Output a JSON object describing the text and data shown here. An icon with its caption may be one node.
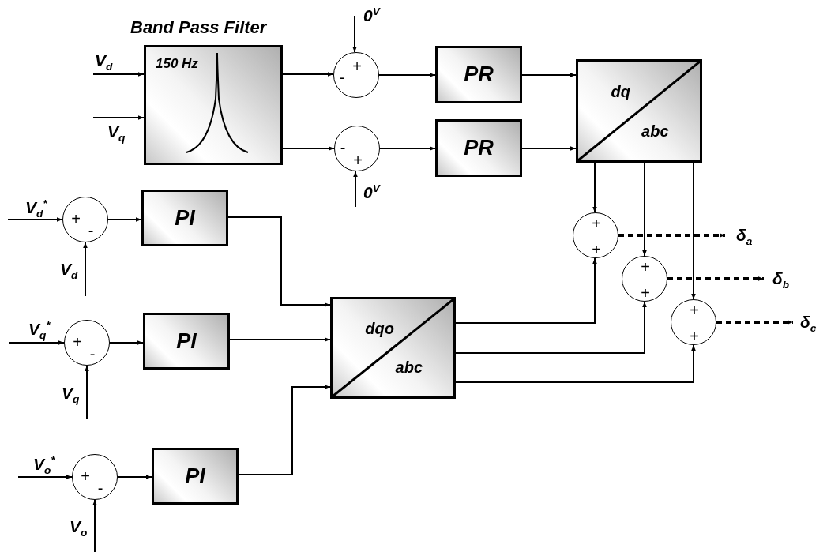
{
  "diagram": {
    "nodes": [
      {
        "text": [
          "Band Pass Filter",
          "150 Hz"
        ]
      },
      {
        "text": [
          "+",
          "-"
        ]
      },
      {
        "text": [
          "-",
          "+"
        ]
      },
      {
        "text": [
          "PR"
        ]
      },
      {
        "text": [
          "PR"
        ]
      },
      {
        "text": [
          "dq",
          "abc"
        ]
      },
      {
        "text": [
          "+",
          "+"
        ]
      },
      {
        "text": [
          "+",
          "+"
        ]
      },
      {
        "text": [
          "+",
          "+"
        ]
      },
      {
        "text": [
          "+",
          "-"
        ]
      },
      {
        "text": [
          "PI"
        ]
      },
      {
        "text": [
          "+",
          "-"
        ]
      },
      {
        "text": [
          "PI"
        ]
      },
      {
        "text": [
          "dqo",
          "abc"
        ]
      },
      {
        "text": [
          "+",
          "-"
        ]
      },
      {
        "text": [
          "PI"
        ]
      }
    ],
    "edges": [
      {
        "from": null,
        "to": 0,
        "arrow": "to",
        "label": "V$_{d}$"
      },
      {
        "from": null,
        "to": 0,
        "arrow": "to",
        "label": "V$_{q}$"
      },
      {
        "from": 0,
        "to": 1,
        "arrow": "to"
      },
      {
        "from": 0,
        "to": 2,
        "arrow": "to"
      },
      {
        "from": null,
        "to": 1,
        "arrow": "to",
        "label": "0$^{V}$"
      },
      {
        "from": null,
        "to": 2,
        "arrow": "to",
        "label": "0$^{V}$"
      },
      {
        "from": 1,
        "to": 3,
        "arrow": "to"
      },
      {
        "from": 2,
        "to": 4,
        "arrow": "to"
      },
      {
        "from": 3,
        "to": 5,
        "arrow": "to"
      },
      {
        "from": 4,
        "to": 5,
        "arrow": "to"
      },
      {
        "from": 5,
        "to": 6,
        "arrow": "to"
      },
      {
        "from": 5,
        "to": 7,
        "arrow": "to"
      },
      {
        "from": 5,
        "to": 8,
        "arrow": "to"
      },
      {
        "from": 6,
        "to": null,
        "arrow": "to",
        "style": "dashed",
        "label": "δ$_{a}$"
      },
      {
        "from": 7,
        "to": null,
        "arrow": "to",
        "style": "dashed",
        "label": "δ$_{b}$"
      },
      {
        "from": 8,
        "to": null,
        "arrow": "to",
        "style": "dashed",
        "label": "δ$_{c}$"
      },
      {
        "from": null,
        "to": 9,
        "arrow": "to",
        "label": "V$_{d}$$^{*}$"
      },
      {
        "from": null,
        "to": 9,
        "arrow": "to",
        "label": "V$_{d}$"
      },
      {
        "from": 9,
        "to": 10,
        "arrow": "to"
      },
      {
        "from": 10,
        "to": 13,
        "arrow": "to"
      },
      {
        "from": null,
        "to": 11,
        "arrow": "to",
        "label": "V$_{q}$$^{*}$"
      },
      {
        "from": null,
        "to": 11,
        "arrow": "to",
        "label": "V$_{q}$"
      },
      {
        "from": 11,
        "to": 12,
        "arrow": "to"
      },
      {
        "from": 12,
        "to": 13,
        "arrow": "to"
      },
      {
        "from": null,
        "to": 14,
        "arrow": "to",
        "label": "V$_{o}$$^{*}$"
      },
      {
        "from": null,
        "to": 14,
        "arrow": "to",
        "label": "V$_{o}$"
      },
      {
        "from": 14,
        "to": 15,
        "arrow": "to"
      },
      {
        "from": 15,
        "to": 13,
        "arrow": "to"
      },
      {
        "from": 13,
        "to": 6,
        "arrow": "to"
      },
      {
        "from": 13,
        "to": 7,
        "arrow": "to"
      },
      {
        "from": 13,
        "to": 8,
        "arrow": "to"
      }
    ]
  }
}
